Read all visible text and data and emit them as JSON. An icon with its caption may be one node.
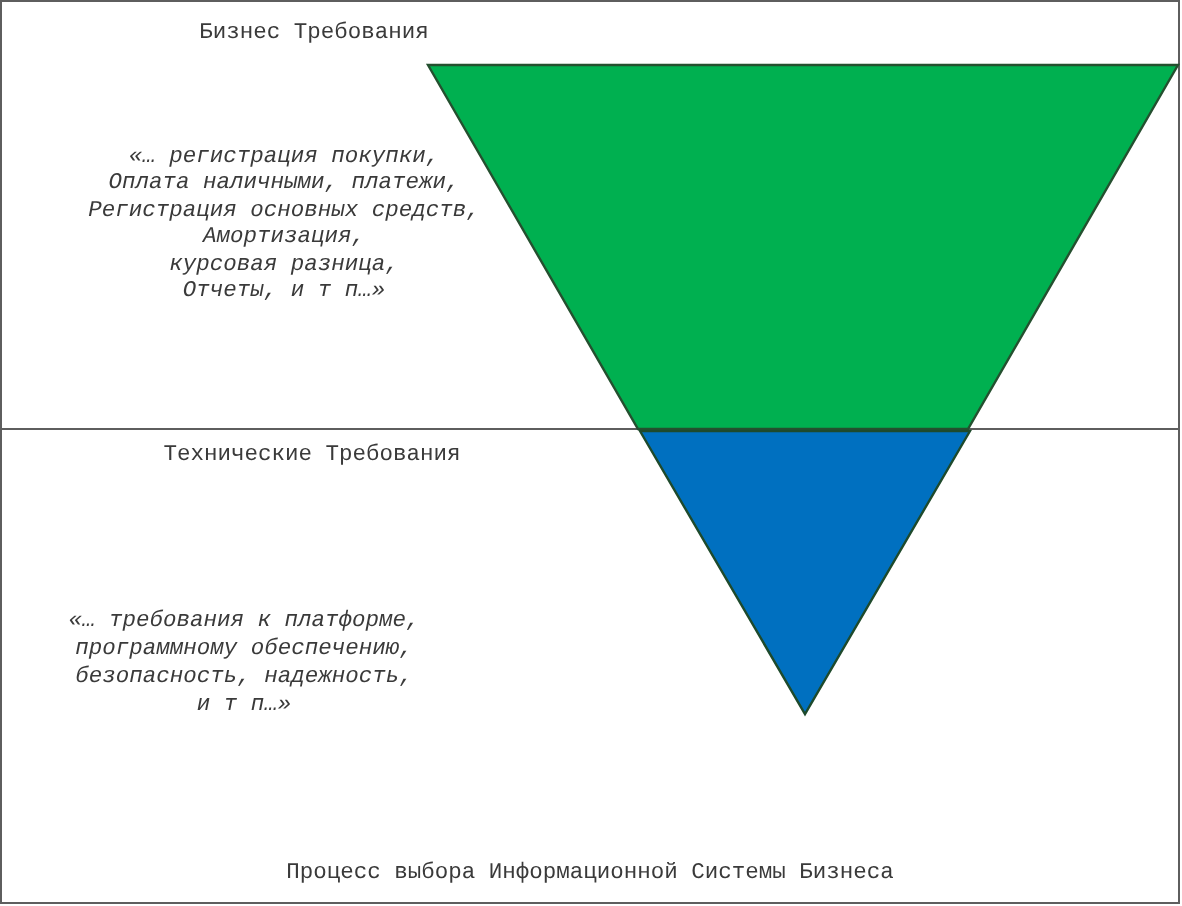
{
  "diagram": {
    "caption": "Процесс выбора Информационной Системы Бизнеса",
    "nodes": [
      {
        "text": [
          "Бизнес Требования",
          "«… регистрация покупки, Оплата наличными, платежи, Регистрация основных средств, Амортизация, курсовая разница, Отчеты, и т п…»"
        ]
      },
      {
        "text": [],
        "shape": "trapezoid",
        "in": 0
      },
      {
        "text": [
          "Технические Требования",
          "«… требования к платформе, программному обеспечению, безопасность, надежность, и т п…»"
        ]
      },
      {
        "text": [],
        "shape": "triangle",
        "in": 2
      }
    ]
  }
}
